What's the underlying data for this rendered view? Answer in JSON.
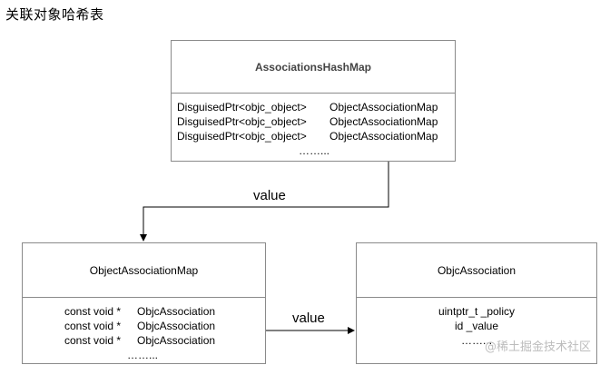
{
  "title": "关联对象哈希表",
  "hashmap": {
    "name": "AssociationsHashMap",
    "rows": [
      {
        "key": "DisguisedPtr<objc_object>",
        "value": "ObjectAssociationMap"
      },
      {
        "key": "DisguisedPtr<objc_object>",
        "value": "ObjectAssociationMap"
      },
      {
        "key": "DisguisedPtr<objc_object>",
        "value": "ObjectAssociationMap"
      }
    ],
    "more": "……..."
  },
  "object_map": {
    "name": "ObjectAssociationMap",
    "rows": [
      {
        "key": "const void *",
        "value": "ObjcAssociation"
      },
      {
        "key": "const void *",
        "value": "ObjcAssociation"
      },
      {
        "key": "const void *",
        "value": "ObjcAssociation"
      }
    ],
    "more": "……..."
  },
  "objc_association": {
    "name": "ObjcAssociation",
    "fields": [
      "uintptr_t _policy",
      "id _value"
    ],
    "more": "……..."
  },
  "edges": {
    "hashmap_to_objmap": "value",
    "objmap_to_objc": "value"
  },
  "watermark": "@稀土掘金技术社区"
}
